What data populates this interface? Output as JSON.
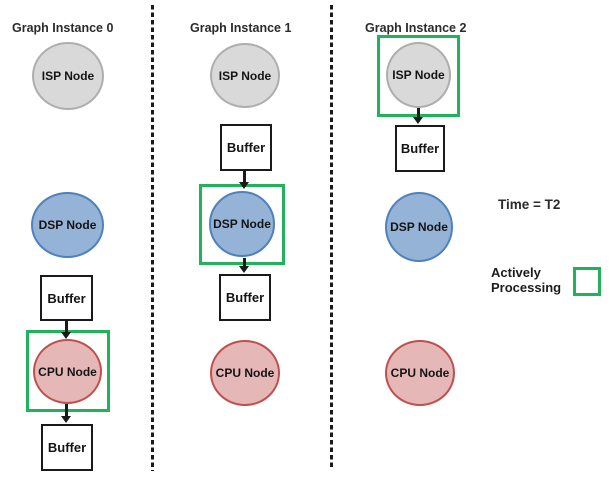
{
  "columns": [
    {
      "title": "Graph Instance 0",
      "isp_label": "ISP Node",
      "dsp_label": "DSP Node",
      "buffer1_label": "Buffer",
      "cpu_label": "CPU Node",
      "buffer2_label": "Buffer",
      "active_node": "CPU Node"
    },
    {
      "title": "Graph Instance 1",
      "isp_label": "ISP Node",
      "buffer1_label": "Buffer",
      "dsp_label": "DSP Node",
      "buffer2_label": "Buffer",
      "cpu_label": "CPU Node",
      "active_node": "DSP Node"
    },
    {
      "title": "Graph Instance 2",
      "isp_label": "ISP Node",
      "buffer1_label": "Buffer",
      "dsp_label": "DSP Node",
      "cpu_label": "CPU Node",
      "active_node": "ISP Node"
    }
  ],
  "legend": {
    "time_label": "Time = T2",
    "active_label": "Actively Processing"
  },
  "colors": {
    "isp_fill": "#d9d9d9",
    "isp_border": "#aeaeae",
    "dsp_fill": "#95b3d7",
    "dsp_border": "#4f81bd",
    "cpu_fill": "#e5b8b7",
    "cpu_border": "#c0504d",
    "active_green": "#22b25c",
    "line": "#1a1a1a"
  }
}
